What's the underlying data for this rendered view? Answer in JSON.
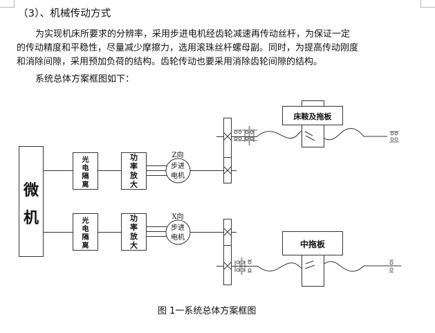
{
  "heading": "（3）、机械传动方式",
  "paragraph": {
    "lines": [
      "为实现机床所要求的分辨率，采用步进电机经齿轮减速再传动丝杆，为保证一定",
      "的传动精度和平稳性，尽量减少摩擦力，选用滚珠丝杆螺母副。同时，为提高传动刚度",
      "和消除间隙，采用预加负荷的结构。齿轮传动也要采用消除齿轮间隙的结构。"
    ]
  },
  "intro": "系统总体方案框图如下：",
  "diagram": {
    "microcomputer": [
      "微",
      "机"
    ],
    "upper_channel": {
      "opto_isolator": [
        "光",
        "电",
        "隔",
        "离"
      ],
      "power_amp": [
        "功",
        "率",
        "放",
        "大"
      ],
      "motor_direction": "Z向",
      "motor": [
        "步进",
        "电机"
      ],
      "carriage_label": "床鞍及拖板"
    },
    "lower_channel": {
      "opto_isolator": [
        "光",
        "电",
        "隔",
        "离"
      ],
      "power_amp": [
        "功",
        "率",
        "放",
        "大"
      ],
      "motor_direction": "X向",
      "motor": [
        "步进",
        "电机"
      ],
      "carriage_label": "中拖板"
    }
  },
  "caption": "图 1一系统总体方案框图"
}
